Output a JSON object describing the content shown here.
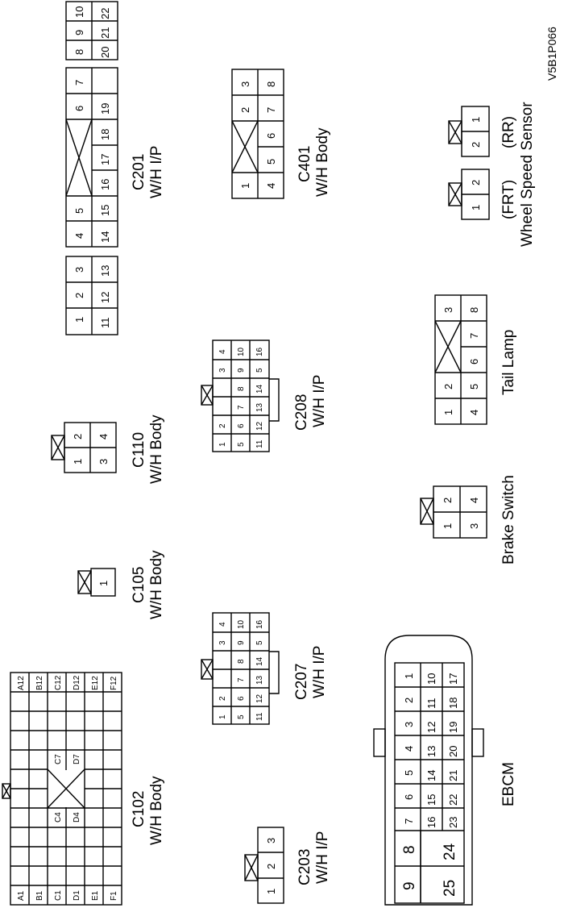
{
  "figure_code": "V5B1P066",
  "connectors": {
    "c201": {
      "name": "C201",
      "sub": "W/H I/P",
      "top_row": [
        "1",
        "2",
        "3",
        "4",
        "5",
        "6",
        "7",
        "8",
        "9",
        "10"
      ],
      "bottom_row": [
        "11",
        "12",
        "13",
        "14",
        "15",
        "16",
        "17",
        "18",
        "19",
        "20",
        "21",
        "22"
      ]
    },
    "c401": {
      "name": "C401",
      "sub": "W/H Body",
      "top_row": [
        "1",
        "2",
        "3"
      ],
      "bottom_row": [
        "4",
        "5",
        "6",
        "7",
        "8"
      ]
    },
    "wheel_speed_sensor": {
      "label_frt": "(FRT)",
      "label_rr": "(RR)",
      "name": "Wheel Speed Sensor",
      "frt_pins": [
        "1",
        "2"
      ],
      "rr_pins": [
        "2",
        "1"
      ]
    },
    "c110": {
      "name": "C110",
      "sub": "W/H Body",
      "pins": [
        "1",
        "2",
        "3",
        "4"
      ]
    },
    "c208": {
      "name": "C208",
      "sub": "W/H I/P",
      "rows": [
        [
          "1",
          "2",
          "3",
          "4"
        ],
        [
          "5",
          "6",
          "7",
          "8",
          "9",
          "10"
        ],
        [
          "11",
          "12",
          "13",
          "14",
          "5",
          "16"
        ]
      ]
    },
    "tail_lamp": {
      "name": "Tail Lamp",
      "top_row": [
        "1",
        "2",
        "3"
      ],
      "bottom_row": [
        "4",
        "5",
        "6",
        "7",
        "8"
      ]
    },
    "brake_switch": {
      "name": "Brake Switch",
      "pins": [
        "1",
        "2",
        "3",
        "4"
      ]
    },
    "c105": {
      "name": "C105",
      "sub": "W/H Body",
      "pins": [
        "1"
      ]
    },
    "c207": {
      "name": "C207",
      "sub": "W/H I/P",
      "rows": [
        [
          "1",
          "2",
          "3",
          "4"
        ],
        [
          "5",
          "6",
          "7",
          "8",
          "9",
          "10"
        ],
        [
          "11",
          "12",
          "13",
          "14",
          "5",
          "16"
        ]
      ]
    },
    "c102": {
      "name": "C102",
      "sub": "W/H Body",
      "row_labels_start": [
        "A1",
        "B1",
        "C1",
        "D1",
        "E1",
        "F1"
      ],
      "row_labels_end": [
        "A12",
        "B12",
        "C12",
        "D12",
        "E12",
        "F12"
      ],
      "inner_labels": [
        "C4",
        "D4",
        "C7",
        "D7"
      ]
    },
    "ebcm": {
      "name": "EBCM",
      "row1": [
        "1",
        "2",
        "3",
        "4",
        "5",
        "6",
        "7"
      ],
      "row2": [
        "10",
        "11",
        "12",
        "13",
        "14",
        "15",
        "16"
      ],
      "row3": [
        "17",
        "18",
        "19",
        "20",
        "21",
        "22",
        "23"
      ],
      "large": [
        "8",
        "9",
        "24",
        "25"
      ]
    },
    "c203": {
      "name": "C203",
      "sub": "W/H I/P",
      "pins": [
        "1",
        "2",
        "3"
      ]
    }
  }
}
